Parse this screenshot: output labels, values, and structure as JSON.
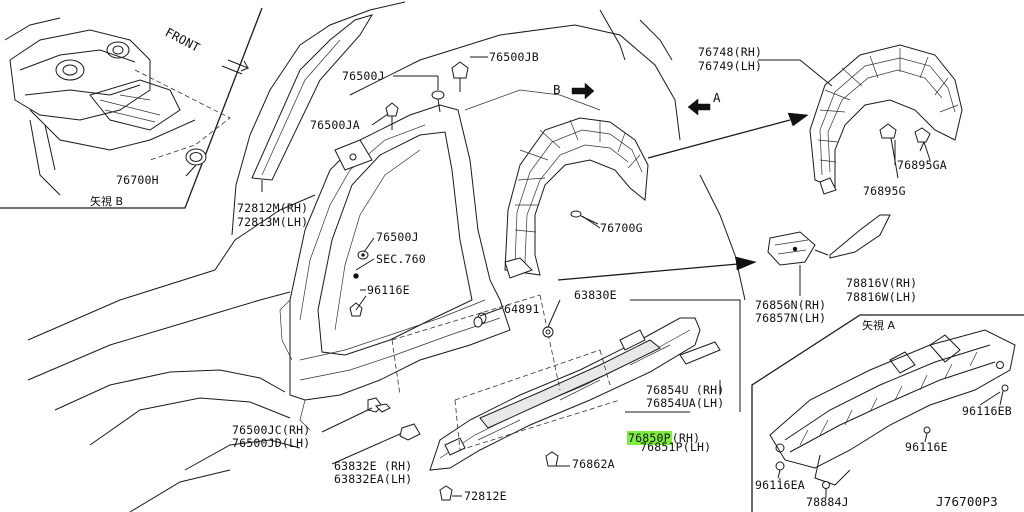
{
  "diagram_id": "J76700P3",
  "inset_views": {
    "view_b_label": "矢視 B",
    "view_a_label": "矢視 A",
    "front_label": "FRONT"
  },
  "arrow_markers": {
    "b": "B",
    "a": "A"
  },
  "parts": {
    "p76500jb": "76500JB",
    "p76500j_top": "76500J",
    "p76500ja": "76500JA",
    "p76700h": "76700H",
    "p72812m": "72812M(RH)",
    "p72813m": "72813M(LH)",
    "p76500j_mid": "76500J",
    "sec760": "SEC.760",
    "p96116e_left": "96116E",
    "p64891": "64891",
    "p63830e": "63830E",
    "p76500jc": "76500JC(RH)",
    "p76500jd": "76500JD(LH)",
    "p63832e": "63832E (RH)",
    "p63832ea": "63832EA(LH)",
    "p72812e": "72812E",
    "p76862a": "76862A",
    "p76850p": "76850P",
    "p76850p_side": "(RH)",
    "p76851p": "76851P(LH)",
    "p76854u": "76854U (RH)",
    "p76854ua": "76854UA(LH)",
    "p76700g": "76700G",
    "p76748": "76748(RH)",
    "p76749": "76749(LH)",
    "p76895ga": "76895GA",
    "p76895g": "76895G",
    "p76856n": "76856N(RH)",
    "p76857n": "76857N(LH)",
    "p78816v": "78816V(RH)",
    "p78816w": "78816W(LH)",
    "p96116eb": "96116EB",
    "p96116e_right": "96116E",
    "p96116ea": "96116EA",
    "p78884j": "78884J"
  },
  "colors": {
    "highlight": "#7dee3c",
    "line": "#1a1a1a",
    "background": "#ffffff"
  }
}
